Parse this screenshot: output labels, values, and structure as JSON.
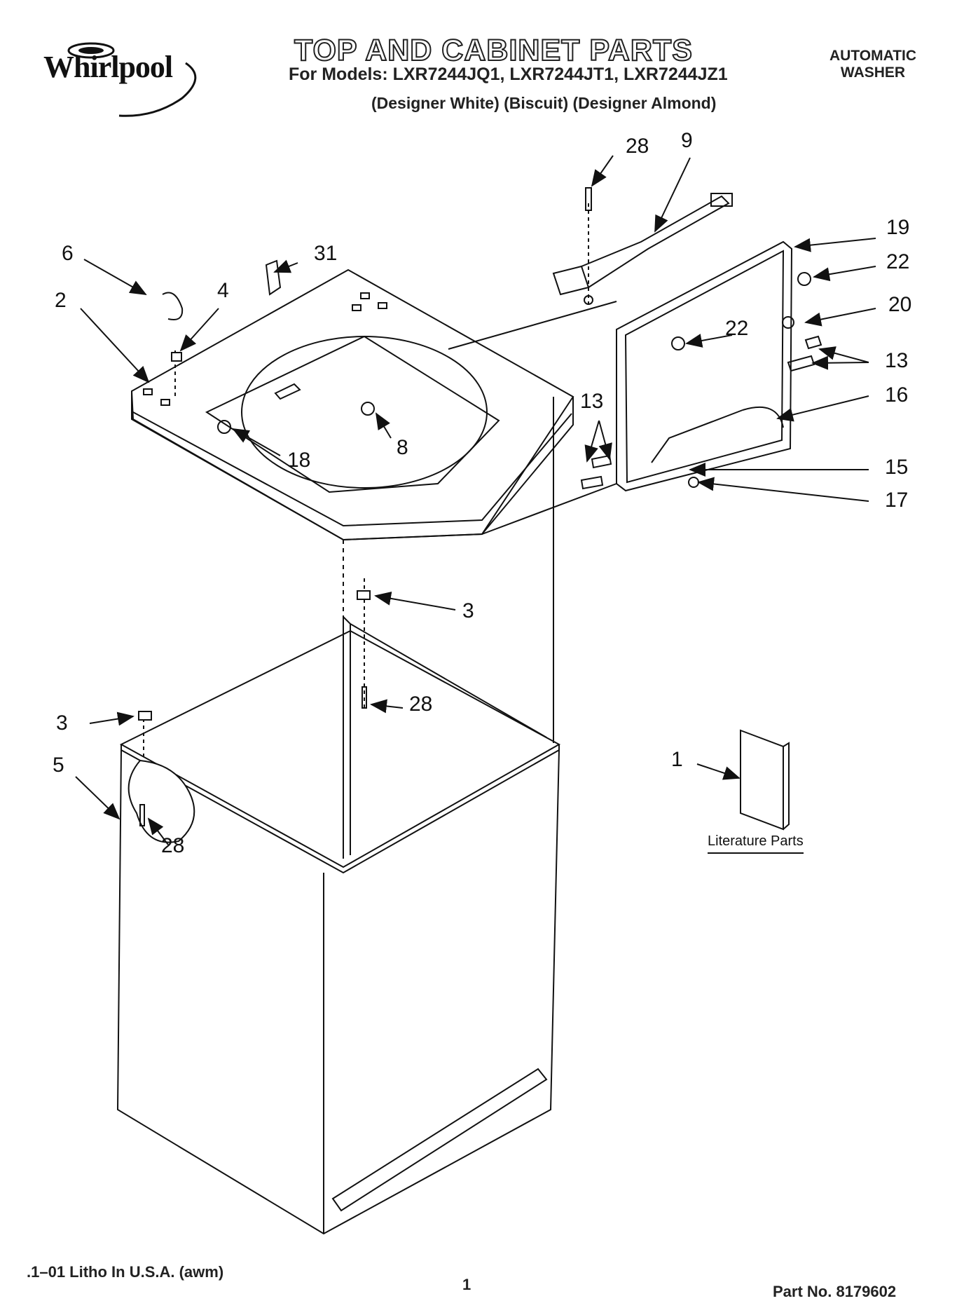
{
  "header": {
    "brand": "Whirlpool",
    "title": "TOP AND CABINET PARTS",
    "models": "For Models: LXR7244JQ1, LXR7244JT1, LXR7244JZ1",
    "colors": "(Designer White) (Biscuit) (Designer Almond)",
    "appliance_type_line1": "AUTOMATIC",
    "appliance_type_line2": "WASHER"
  },
  "callouts": {
    "c1": "1",
    "c2": "2",
    "c3a": "3",
    "c3b": "3",
    "c4": "4",
    "c5": "5",
    "c6": "6",
    "c8": "8",
    "c9": "9",
    "c13a": "13",
    "c13b": "13",
    "c15": "15",
    "c16": "16",
    "c17": "17",
    "c18": "18",
    "c19": "19",
    "c20": "20",
    "c22a": "22",
    "c22b": "22",
    "c28a": "28",
    "c28b": "28",
    "c28c": "28",
    "c31": "31"
  },
  "literature_label": "Literature Parts",
  "footer": {
    "litho": ".1–01 Litho In U.S.A. (awm)",
    "page": "1",
    "part_no": "Part No. 8179602"
  }
}
